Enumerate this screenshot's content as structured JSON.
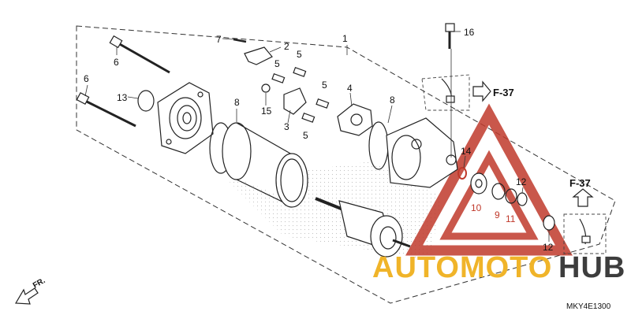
{
  "diagram": {
    "code": "MKY4E1300",
    "direction_marker": "FR.",
    "references": [
      "F-37",
      "F-37"
    ],
    "callouts": [
      "1",
      "2",
      "3",
      "4",
      "5",
      "5",
      "5",
      "5",
      "6",
      "6",
      "7",
      "8",
      "8",
      "9",
      "10",
      "11",
      "12",
      "12",
      "13",
      "14",
      "15",
      "16"
    ]
  },
  "watermark": {
    "part1": "AUTOMOTO",
    "part2": "HUB",
    "color_part1": "#f0b429",
    "color_part2": "#3d3d3d",
    "triangle_color": "#c0392b"
  },
  "colors": {
    "line": "#222222",
    "highlight": "#c0392b"
  }
}
